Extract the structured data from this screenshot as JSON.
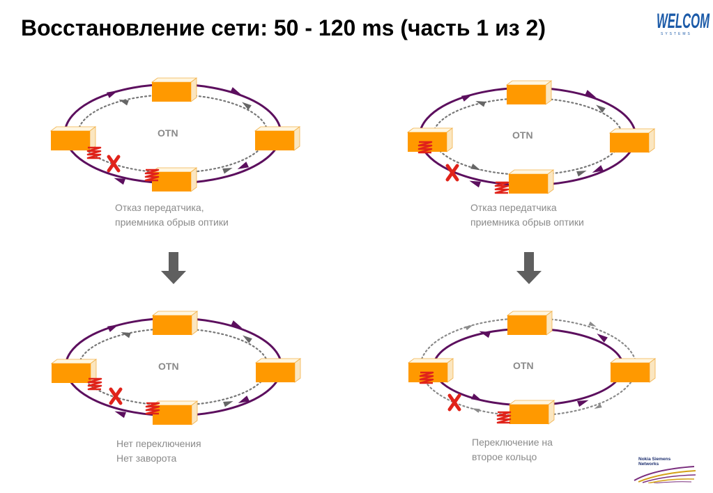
{
  "title": "Восстановление сети: 50 - 120 ms (часть 1 из 2)",
  "logo_top": {
    "text": "WELCOM",
    "sub": "SYSTEMS"
  },
  "logo_bottom": {
    "line1": "Nokia Siemens",
    "line2": "Networks"
  },
  "colors": {
    "ring": "#5c0f5e",
    "box_face": "#ff9900",
    "dotted": "#777777",
    "fault": "#e0231a",
    "move_arrow": "#666666"
  },
  "diagrams": [
    {
      "ring_label": "OTN",
      "caption_line1": "Отказ передатчика,",
      "caption_line2": "приемника обрыв оптики"
    },
    {
      "ring_label": "OTN",
      "caption_line1": "Отказ передатчика",
      "caption_line2": "приемника обрыв оптики"
    },
    {
      "ring_label": "OTN",
      "caption_line1": "Нет переключения",
      "caption_line2": "Нет заворота"
    },
    {
      "ring_label": "OTN",
      "caption_line1": "Переключение на",
      "caption_line2": "второе кольцо"
    }
  ]
}
